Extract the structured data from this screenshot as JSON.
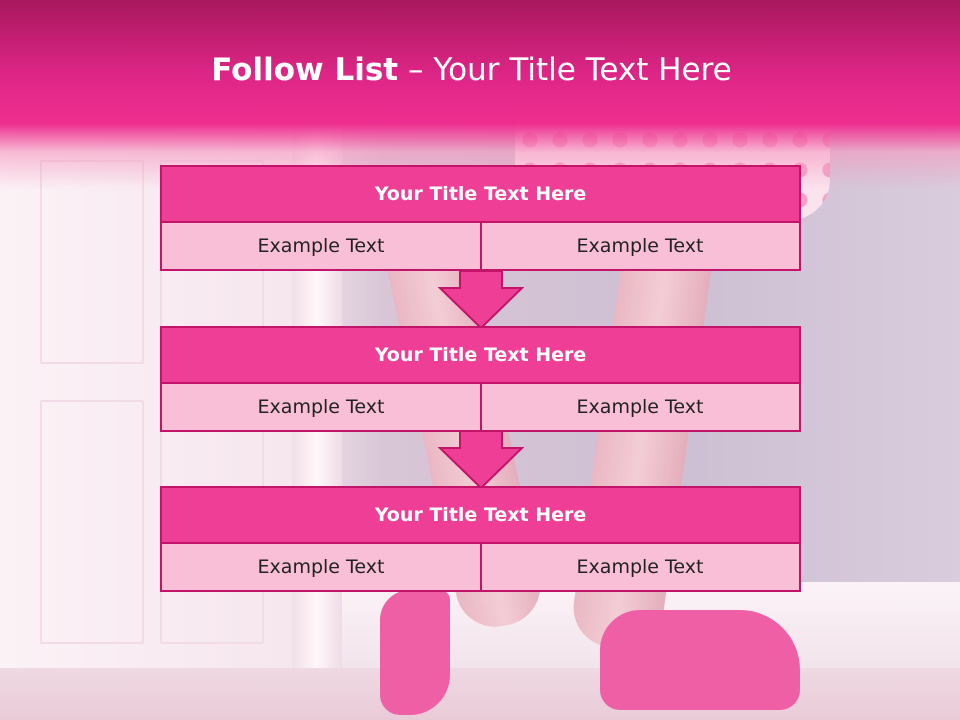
{
  "header": {
    "title_bold": "Follow List",
    "title_rest": " – Your Title Text Here"
  },
  "steps": [
    {
      "title": "Your Title Text Here",
      "left": "Example Text",
      "right": "Example Text"
    },
    {
      "title": "Your Title Text Here",
      "left": "Example Text",
      "right": "Example Text"
    },
    {
      "title": "Your Title Text Here",
      "left": "Example Text",
      "right": "Example Text"
    }
  ],
  "colors": {
    "header_dark": "#a8185d",
    "header_bright": "#ee2e8f",
    "block_title": "#ef3e96",
    "block_cell": "#f9bfd6",
    "border": "#c21469"
  }
}
